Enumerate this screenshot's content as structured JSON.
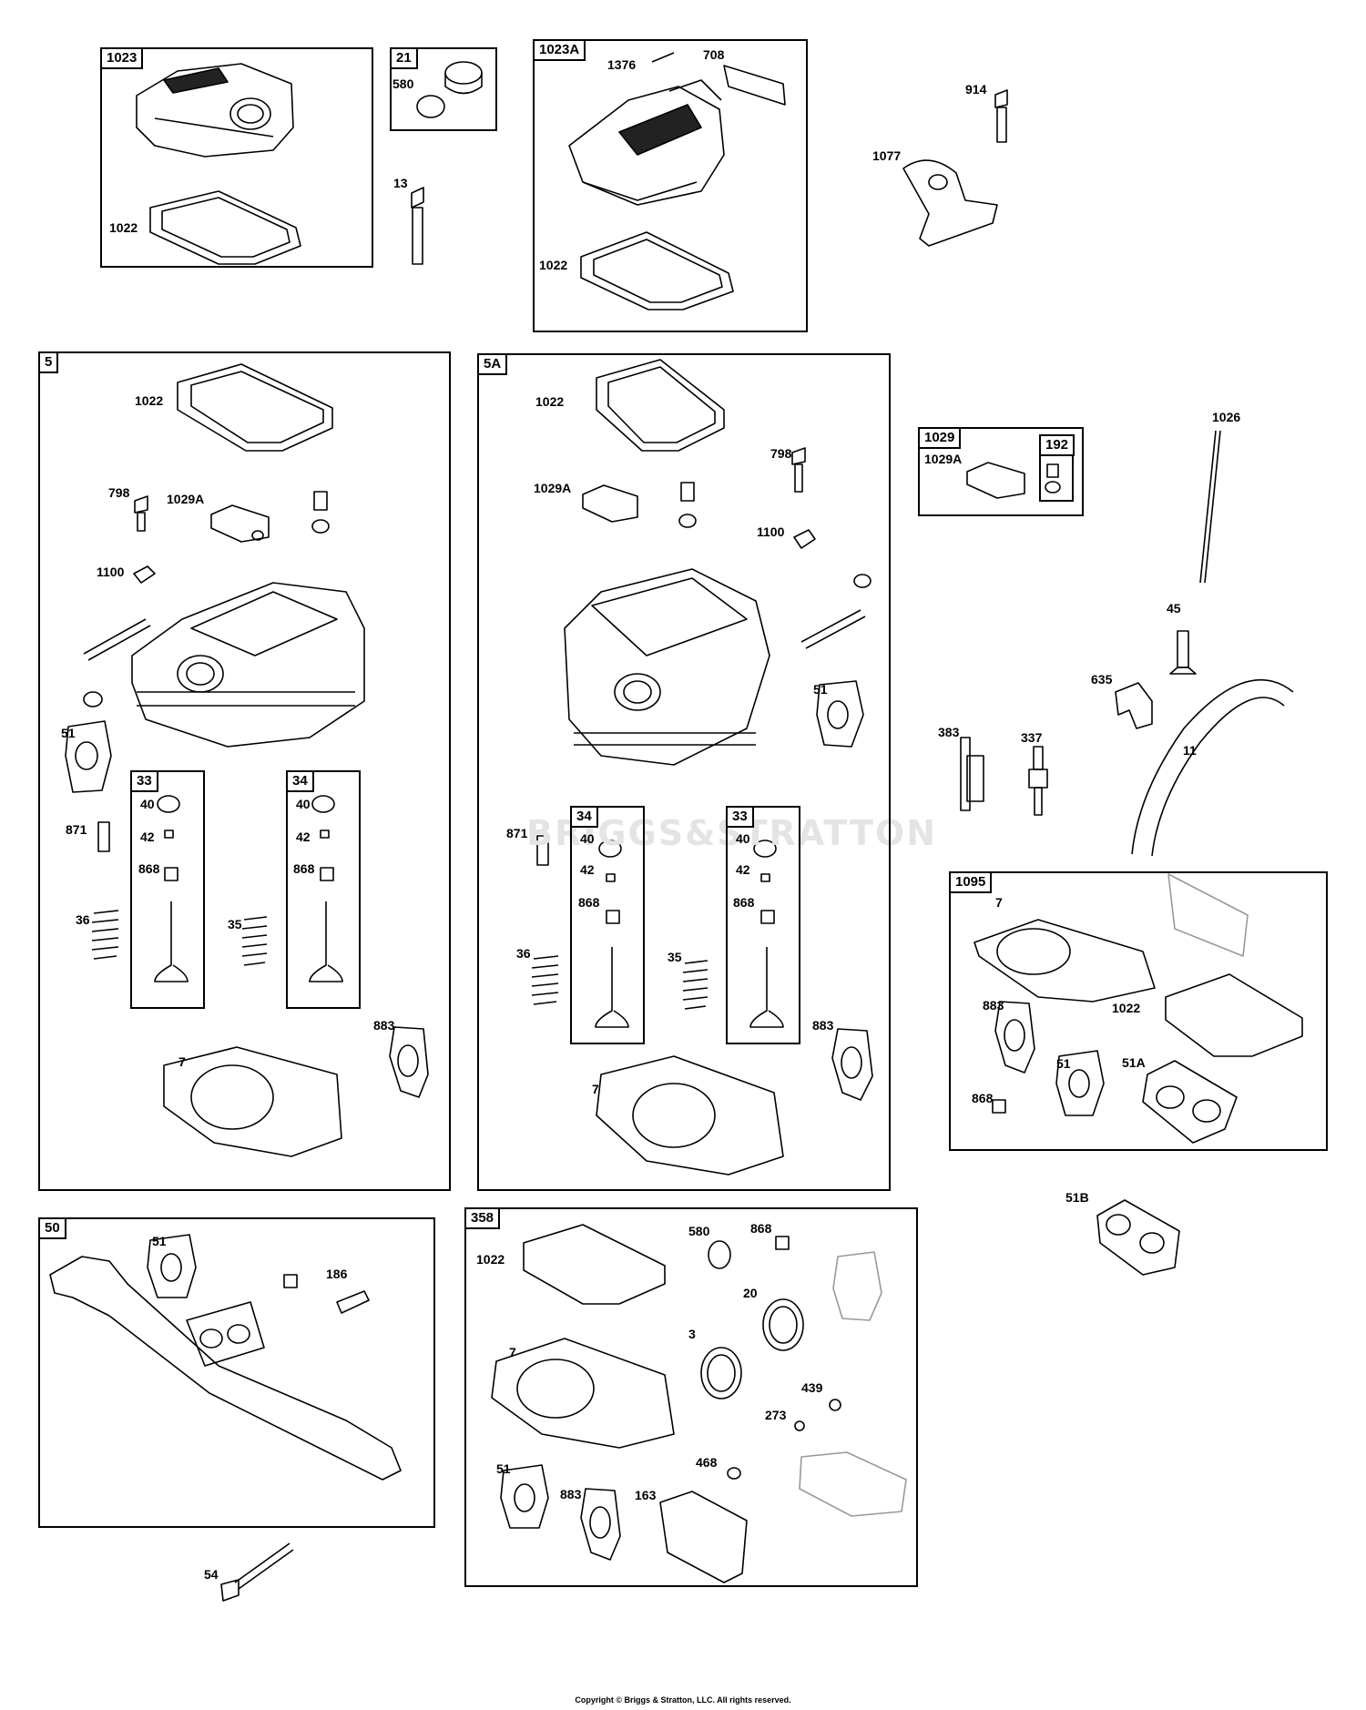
{
  "watermark": "BRIGGS&STRATTON",
  "footer": "Copyright © Briggs & Stratton, LLC. All rights reserved.",
  "boxes": [
    {
      "id": "1023"
    },
    {
      "id": "21"
    },
    {
      "id": "1023A"
    },
    {
      "id": "5"
    },
    {
      "id": "5A"
    },
    {
      "id": "1029"
    },
    {
      "id": "192"
    },
    {
      "id": "33"
    },
    {
      "id": "34"
    },
    {
      "id": "1095"
    },
    {
      "id": "50"
    },
    {
      "id": "358"
    }
  ],
  "labels": {
    "b1023_1022": "1022",
    "b21_580": "580",
    "p13": "13",
    "b1023A_1376": "1376",
    "b1023A_708": "708",
    "b1023A_1022": "1022",
    "p914": "914",
    "p1077": "1077",
    "b5_1022": "1022",
    "b5_798": "798",
    "b5_1029A": "1029A",
    "b5_1100": "1100",
    "b5_51": "51",
    "b5_871": "871",
    "b5_36": "36",
    "b5_35": "35",
    "b5_7": "7",
    "b5_883": "883",
    "b5_33_40": "40",
    "b5_33_42": "42",
    "b5_33_868": "868",
    "b5_34_40": "40",
    "b5_34_42": "42",
    "b5_34_868": "868",
    "b5A_1022": "1022",
    "b5A_1029A": "1029A",
    "b5A_798": "798",
    "b5A_1100": "1100",
    "b5A_51": "51",
    "b5A_871": "871",
    "b5A_36": "36",
    "b5A_35": "35",
    "b5A_7": "7",
    "b5A_883": "883",
    "b5A_34_40": "40",
    "b5A_34_42": "42",
    "b5A_34_868": "868",
    "b5A_33_40": "40",
    "b5A_33_42": "42",
    "b5A_33_868": "868",
    "b1029_1029A": "1029A",
    "p1026": "1026",
    "p45": "45",
    "p635": "635",
    "p383": "383",
    "p337": "337",
    "p11": "11",
    "b1095_7": "7",
    "b1095_883": "883",
    "b1095_1022": "1022",
    "b1095_51": "51",
    "b1095_51A": "51A",
    "b1095_868": "868",
    "p51B": "51B",
    "b50_51": "51",
    "b50_186": "186",
    "p54": "54",
    "b358_580": "580",
    "b358_868": "868",
    "b358_1022": "1022",
    "b358_20": "20",
    "b358_7": "7",
    "b358_3": "3",
    "b358_439": "439",
    "b358_273": "273",
    "b358_468": "468",
    "b358_51": "51",
    "b358_883": "883",
    "b358_163": "163"
  }
}
